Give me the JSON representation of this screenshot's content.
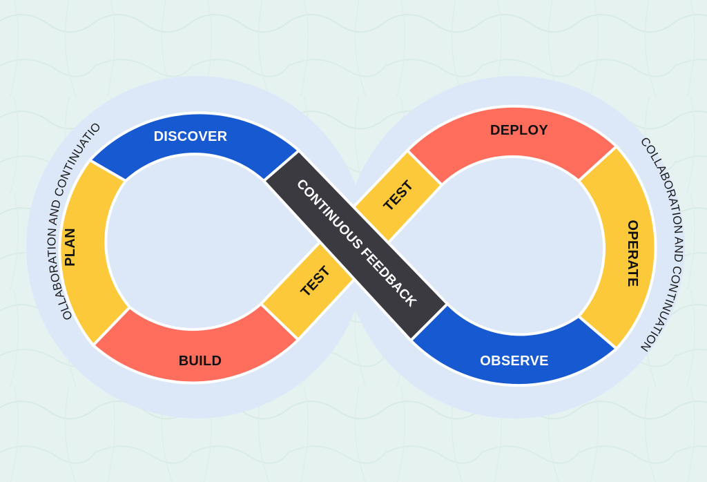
{
  "diagram": {
    "segments": {
      "discover": "DISCOVER",
      "plan": "PLAN",
      "build": "BUILD",
      "test_lower": "TEST",
      "test_upper": "TEST",
      "deploy": "DEPLOY",
      "operate": "OPERATE",
      "observe": "OBSERVE",
      "feedback": "CONTINUOUS FEEDBACK"
    },
    "band": {
      "left": "COLLABORATION AND CONTINUATION",
      "right": "COLLABORATION AND CONTINUATION"
    }
  },
  "colors": {
    "background": "#e6f2ef",
    "outer_band": "#dce8f8",
    "blue": "#1659d1",
    "yellow": "#fcc93a",
    "coral": "#ff6e5c",
    "dark": "#3a3a40",
    "label_light": "#ffffff",
    "label_dark": "#111111"
  }
}
